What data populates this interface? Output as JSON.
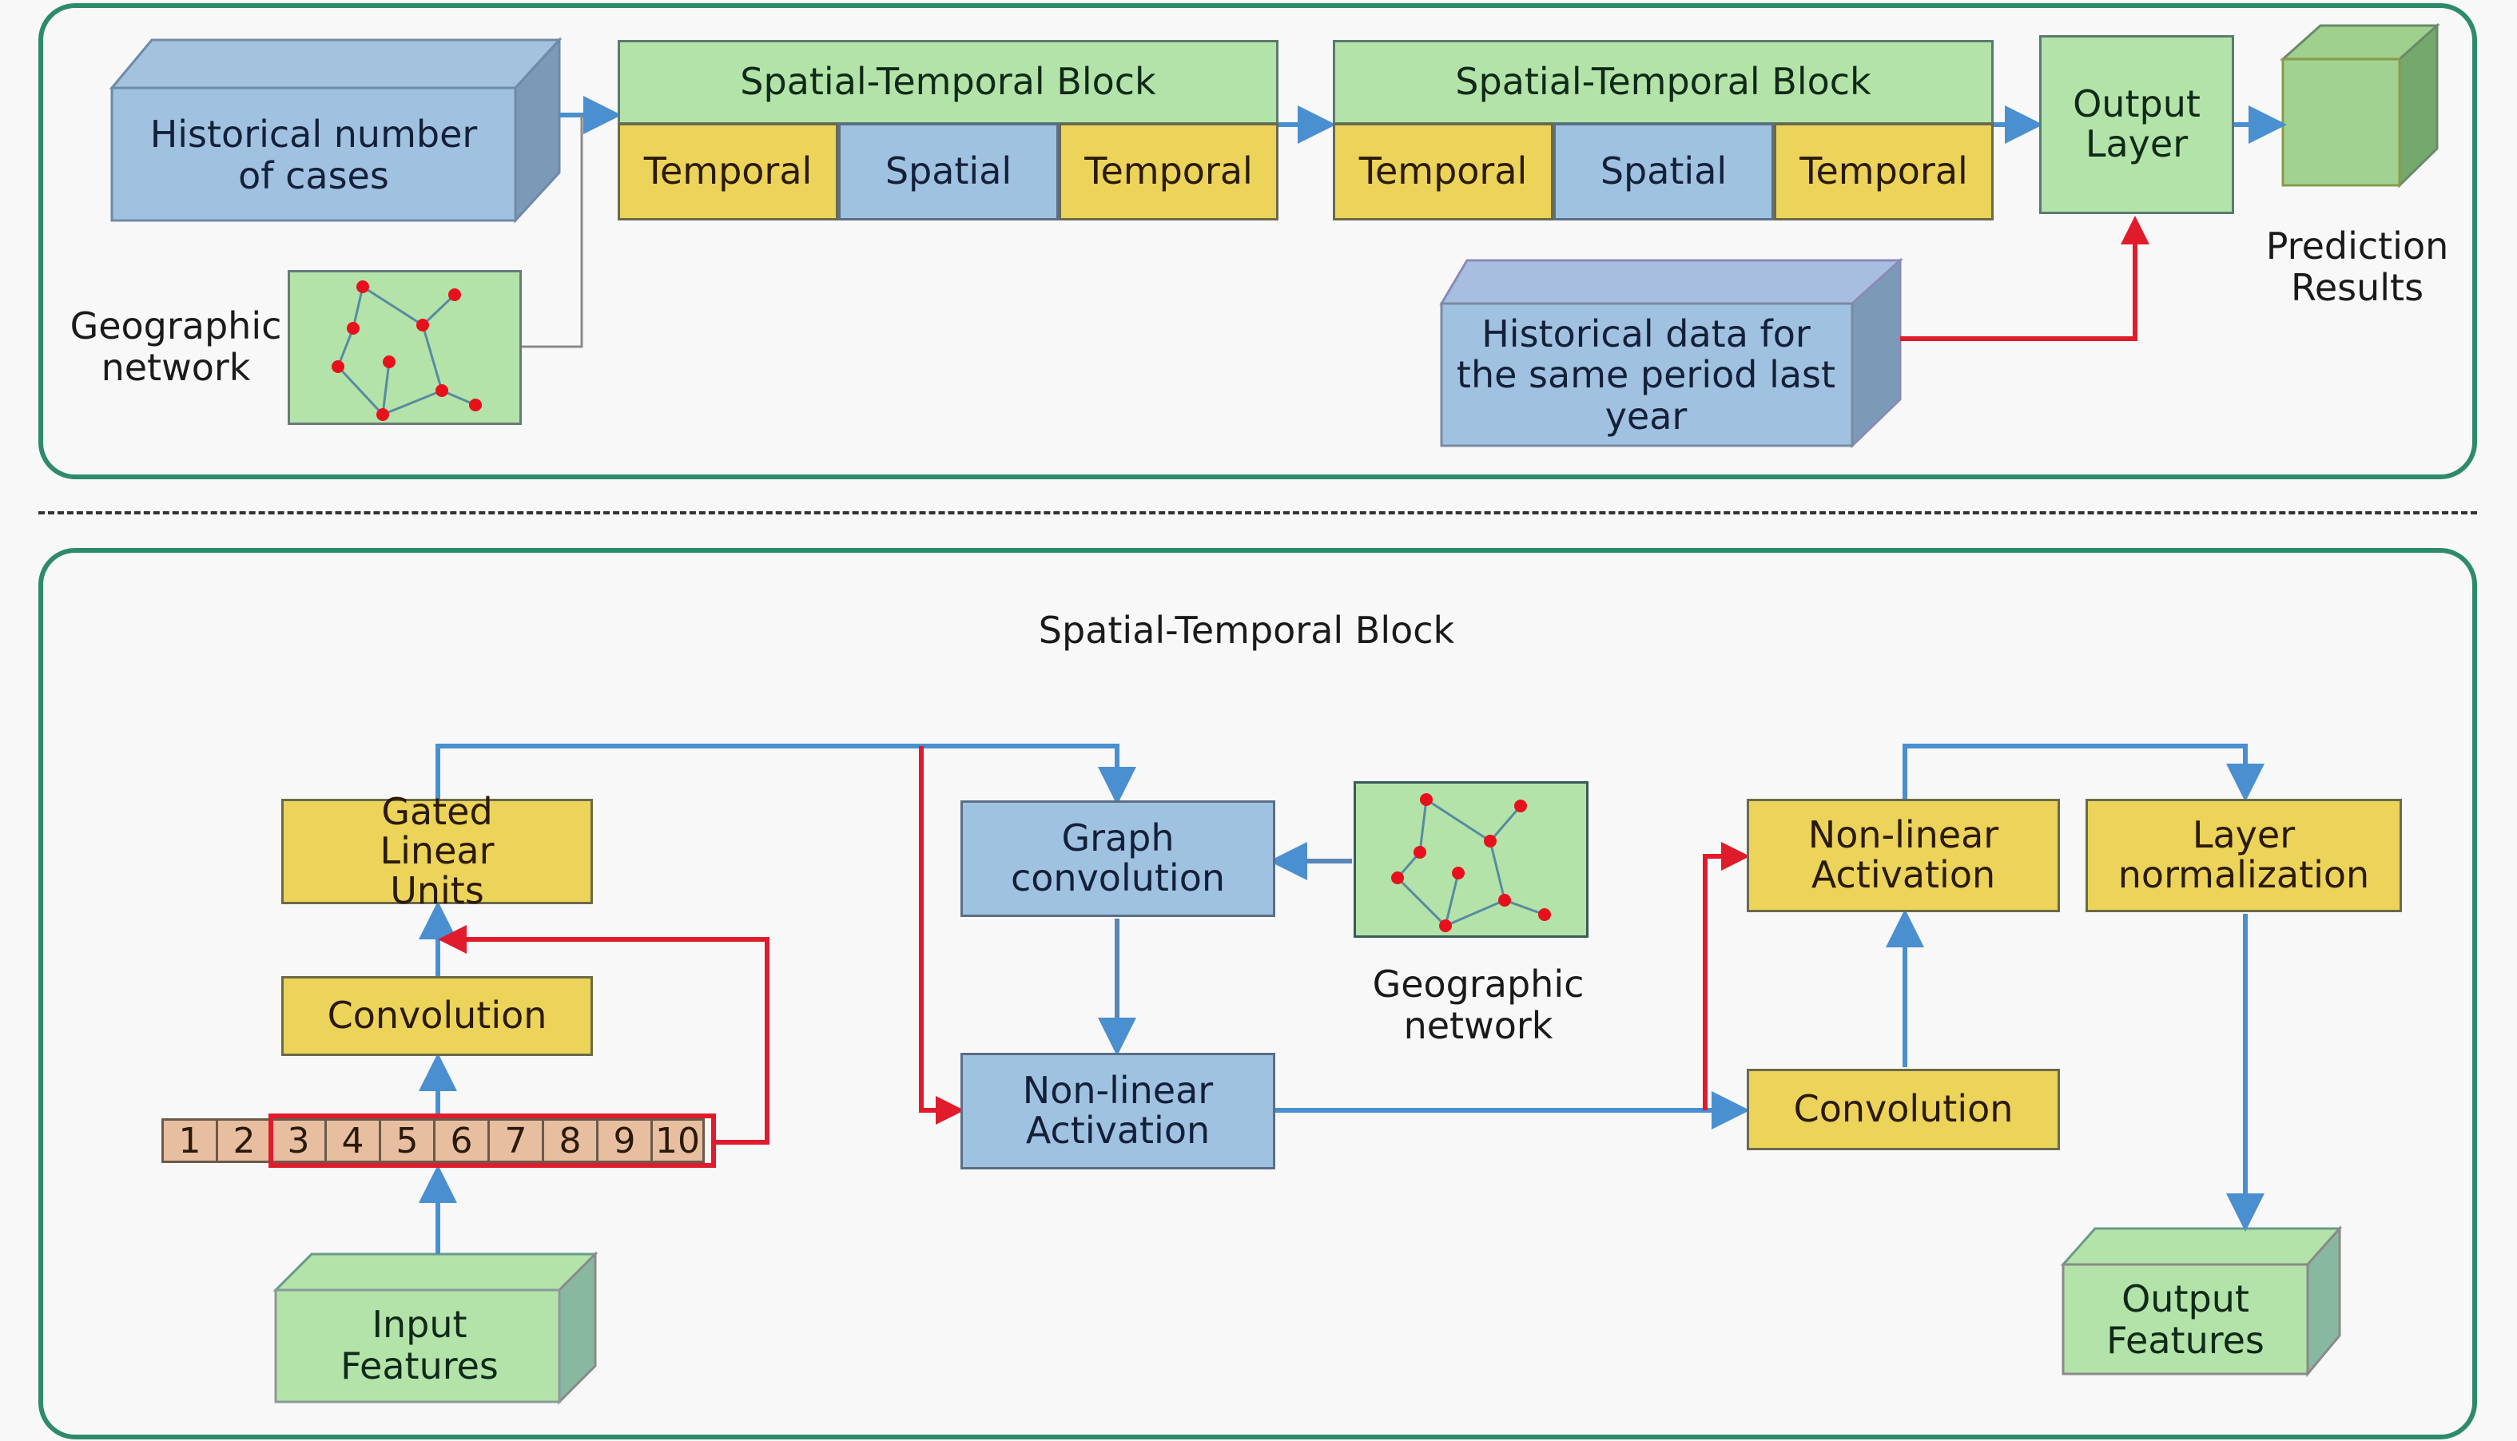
{
  "top": {
    "historical_cases": "Historical number of cases",
    "geo_network_label": "Geographic network",
    "st_blocks": [
      {
        "title": "Spatial-Temporal Block",
        "cells": [
          "Temporal",
          "Spatial",
          "Temporal"
        ]
      },
      {
        "title": "Spatial-Temporal Block",
        "cells": [
          "Temporal",
          "Spatial",
          "Temporal"
        ]
      }
    ],
    "output_layer": "Output Layer",
    "prediction_results": "Prediction Results",
    "historical_last_year": "Historical data for the same period last year"
  },
  "bottom": {
    "title": "Spatial-Temporal Block",
    "left": {
      "gated_linear_units": "Gated Linear Units",
      "convolution": "Convolution",
      "sequence": [
        "1",
        "2",
        "3",
        "4",
        "5",
        "6",
        "7",
        "8",
        "9",
        "10"
      ],
      "selected_range": [
        "3",
        "10"
      ],
      "input_features": "Input Features"
    },
    "middle": {
      "graph_convolution": "Graph convolution",
      "nonlinear_activation": "Non-linear Activation",
      "geo_network_label": "Geographic network"
    },
    "right": {
      "nonlinear_activation": "Non-linear Activation",
      "layer_normalization": "Layer normalization",
      "convolution": "Convolution",
      "output_features": "Output Features"
    }
  },
  "colors": {
    "panel_border": "#2e8b6a",
    "flow_arrow": "#4a8fd0",
    "residual_arrow": "#e01c2c",
    "temporal": "#ecd35a",
    "spatial": "#9fc2e0",
    "block_header": "#b3e3a9",
    "node": "#e8101c"
  }
}
